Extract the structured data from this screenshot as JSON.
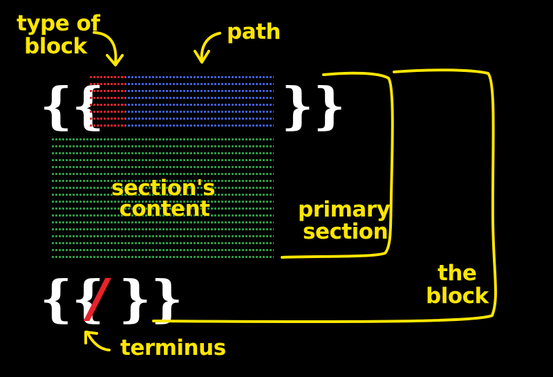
{
  "labels": {
    "type_of_block_line1": "type of",
    "type_of_block_line2": "block",
    "path": "path",
    "sections_content_line1": "section's",
    "sections_content_line2": "content",
    "primary_section_line1": "primary",
    "primary_section_line2": "section",
    "the_block_line1": "the",
    "the_block_line2": "block",
    "terminus": "terminus"
  },
  "syntax": {
    "open_braces": "{{",
    "close_braces": "}}",
    "terminus_slash": "/"
  },
  "colors": {
    "background": "#000000",
    "label_yellow": "#ffe600",
    "type_of_block_red": "#e8222a",
    "path_blue": "#3f5fd8",
    "content_green": "#2e9a46",
    "brace_white": "#ffffff"
  }
}
